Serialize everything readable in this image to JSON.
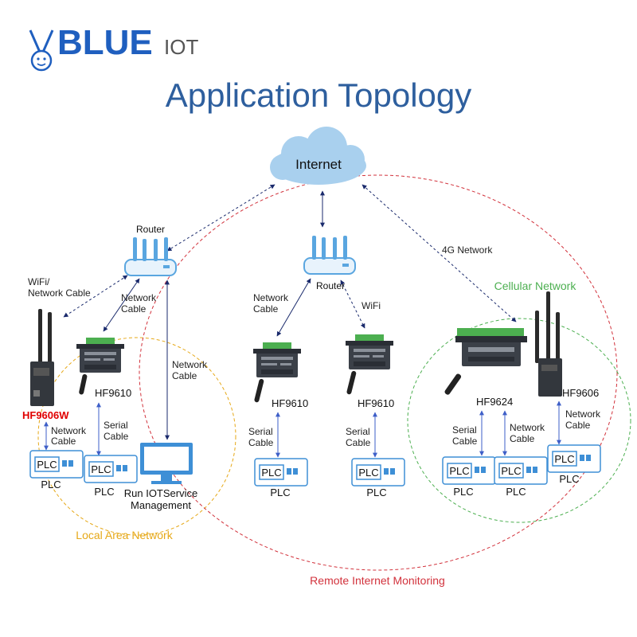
{
  "brand": {
    "name": "BLUE",
    "suffix": "IOT"
  },
  "title": "Application Topology",
  "internet": "Internet",
  "zones": {
    "lan": "Local Area Network",
    "cellular": "Cellular Network",
    "remote": "Remote Internet Monitoring"
  },
  "routers": {
    "left": "Router",
    "middle": "Router"
  },
  "links": {
    "wifi_cable_1": "WiFi/",
    "wifi_cable_2": "Network Cable",
    "left_net_1": "Network",
    "left_net_2": "Cable",
    "pc_net_1": "Network",
    "pc_net_2": "Cable",
    "mid_net_1": "Network",
    "mid_net_2": "Cable",
    "wifi": "WiFi",
    "g4": "4G Network"
  },
  "devices": {
    "hf9606w": "HF9606W",
    "hf9610_left": "HF9610",
    "hf9610_mid": "HF9610",
    "hf9610_right": "HF9610",
    "hf9624": "HF9624",
    "hf9606": "HF9606"
  },
  "device_links": {
    "hf9606w_1": "Network",
    "hf9606w_2": "Cable",
    "hf9610l_1": "Serial",
    "hf9610l_2": "Cable",
    "hf9610m_1": "Serial",
    "hf9610m_2": "Cable",
    "hf9610r_1": "Serial",
    "hf9610r_2": "Cable",
    "hf9624a_1": "Serial",
    "hf9624a_2": "Cable",
    "hf9624b_1": "Network",
    "hf9624b_2": "Cable",
    "hf9606_1": "Network",
    "hf9606_2": "Cable"
  },
  "plc": {
    "badge": "PLC",
    "labels": [
      "PLC",
      "PLC",
      "PLC",
      "PLC",
      "PLC",
      "PLC",
      "PLC"
    ]
  },
  "pc": {
    "line1": "Run IOTService",
    "line2": "Management"
  },
  "colors": {
    "title": "#2e5f9e",
    "brand": "#1f5fbf",
    "cloud": "#a9d0ee",
    "lan": "#e6a817",
    "cellular": "#4caf50",
    "remote": "#d2323c",
    "link": "#1a2a6c",
    "router": "#5aa6e0",
    "plc": "#3e8fd6",
    "red_label": "#e00000"
  }
}
